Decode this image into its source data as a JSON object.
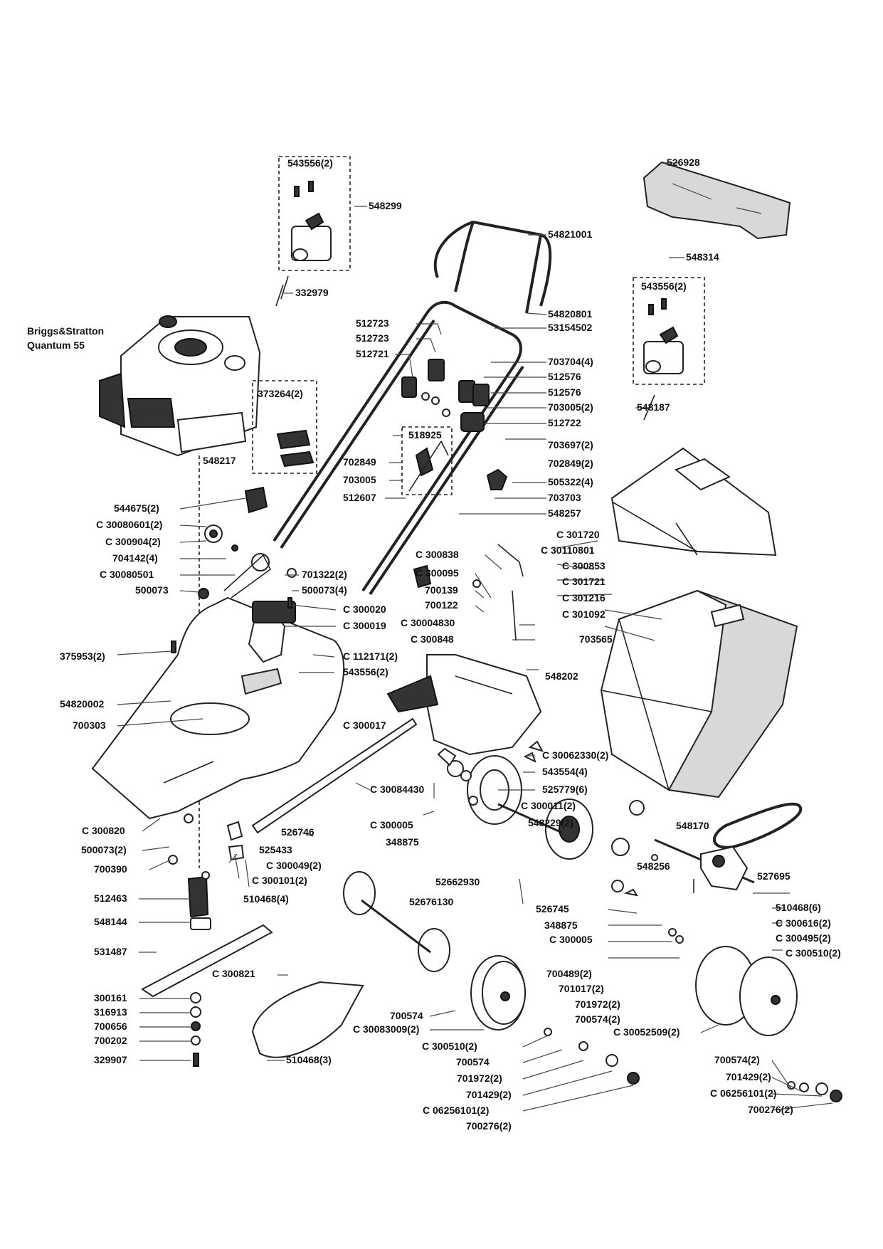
{
  "engine": {
    "name_line1": "Briggs&Stratton",
    "name_line2": "Quantum 55"
  },
  "labels": {
    "l543556a": "543556(2)",
    "l548299": "548299",
    "l332979": "332979",
    "l526928": "526928",
    "l54821001": "54821001",
    "l548314": "548314",
    "l543556b": "543556(2)",
    "l54820801": "54820801",
    "l53154502": "53154502",
    "l512723a": "512723",
    "l512723b": "512723",
    "l512721": "512721",
    "l703704": "703704(4)",
    "l512576a": "512576",
    "l512576b": "512576",
    "l703005a": "703005(2)",
    "l512722": "512722",
    "l548187": "548187",
    "l373264": "373264(2)",
    "l548217": "548217",
    "l518925": "518925",
    "l703697": "703697(2)",
    "l702849a": "702849",
    "l702849b": "702849(2)",
    "l703005b": "703005",
    "l505322": "505322(4)",
    "l512607": "512607",
    "l703703": "703703",
    "l548257": "548257",
    "l544675": "544675(2)",
    "l30080601": "C 30080601(2)",
    "l300904": "C 300904(2)",
    "l704142": "704142(4)",
    "l30080501": "C 30080501",
    "l500073a": "500073",
    "l701322": "701322(2)",
    "l500073b": "500073(4)",
    "l300838": "C 300838",
    "l300095": "C 300095",
    "l700139": "700139",
    "l700122": "700122",
    "l301720": "C 301720",
    "l30110801": "C 30110801",
    "l300853": "C 300853",
    "l301721": "C 301721",
    "l301216": "C 301216",
    "l301092": "C 301092",
    "l300020": "C 300020",
    "l30004830": "C 30004830",
    "l300019": "C 300019",
    "l300848": "C 300848",
    "l703565": "703565",
    "l375953": "375953(2)",
    "l112171": "C 112171(2)",
    "l543556c": "543556(2)",
    "l548202": "548202",
    "l54820002": "54820002",
    "l700303": "700303",
    "l300017": "C 300017",
    "l30062330": "C 30062330(2)",
    "l543554": "543554(4)",
    "l30084430": "C 30084430",
    "l525779": "525779(6)",
    "l300820": "C 300820",
    "l300005a": "C 300005",
    "l300011": "C 300011(2)",
    "l548229": "548229(2)",
    "l526746": "526746",
    "l348875a": "348875",
    "l548170": "548170",
    "l500073c": "500073(2)",
    "l525433": "525433",
    "l700390": "700390",
    "l300049": "C 300049(2)",
    "l300101": "C 300101(2)",
    "l52662930": "52662930",
    "l548256": "548256",
    "l527695": "527695",
    "l512463": "512463",
    "l510468a": "510468(4)",
    "l52676130": "52676130",
    "l526745": "526745",
    "l510468b": "510468(6)",
    "l548144": "548144",
    "l348875b": "348875",
    "l300616": "C 300616(2)",
    "l300005b": "C 300005",
    "l300495": "C 300495(2)",
    "l531487": "531487",
    "l300510a": "C 300510(2)",
    "l300821": "C 300821",
    "l700489": "700489(2)",
    "l701017": "701017(2)",
    "l300161": "300161",
    "l701972a": "701972(2)",
    "l316913": "316913",
    "l700574a": "700574",
    "l700574b": "700574(2)",
    "l700656": "700656",
    "l30083009": "C 30083009(2)",
    "l700202": "700202",
    "l30052509": "C 30052509(2)",
    "l329907": "329907",
    "l510468c": "510468(3)",
    "l300510b": "C 300510(2)",
    "l700574c": "700574",
    "l700574d": "700574(2)",
    "l701972b": "701972(2)",
    "l701429a": "701429(2)",
    "l701429b": "701429(2)",
    "l06256101a": "C 06256101(2)",
    "l06256101b": "C 06256101(2)",
    "l700276a": "700276(2)",
    "l700276b": "700276(2)"
  }
}
